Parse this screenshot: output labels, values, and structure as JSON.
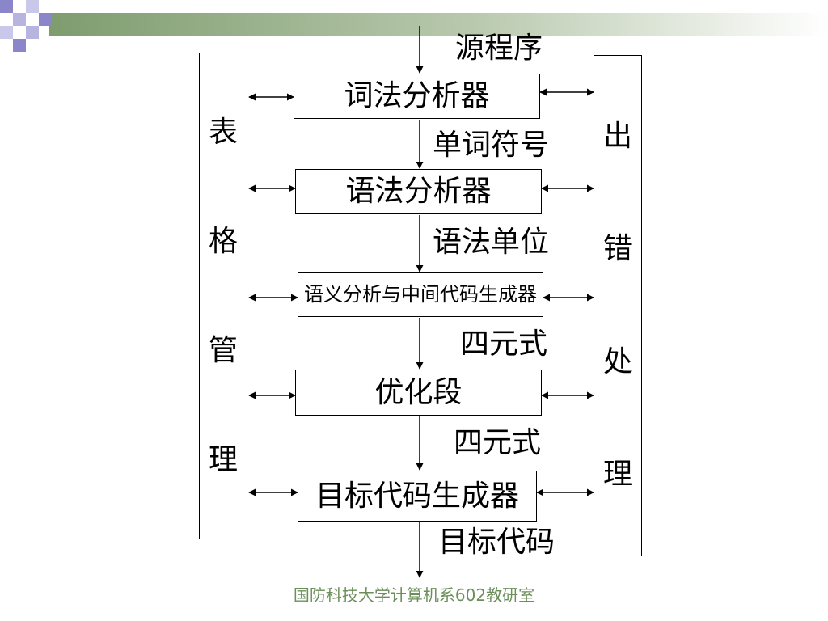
{
  "left_panel": {
    "chars": [
      "表",
      "格",
      "管",
      "理"
    ]
  },
  "right_panel": {
    "chars": [
      "出",
      "错",
      "处",
      "理"
    ]
  },
  "stages": [
    {
      "id": "lexer",
      "label": "词法分析器"
    },
    {
      "id": "parser",
      "label": "语法分析器"
    },
    {
      "id": "semantic",
      "label": "语义分析与中间代码生成器"
    },
    {
      "id": "optimizer",
      "label": "优化段"
    },
    {
      "id": "codegen",
      "label": "目标代码生成器"
    }
  ],
  "flow_labels": {
    "source": "源程序",
    "tokens": "单词符号",
    "syntax_units": "语法单位",
    "quads1": "四元式",
    "quads2": "四元式",
    "target": "目标代码"
  },
  "footer": {
    "text": "国防科技大学计算机系602教研室"
  },
  "colors": {
    "accent": "#6b8f5a",
    "deco_squares": [
      "#8a86c9",
      "#b7b4e0",
      "#c9c7ea"
    ]
  }
}
